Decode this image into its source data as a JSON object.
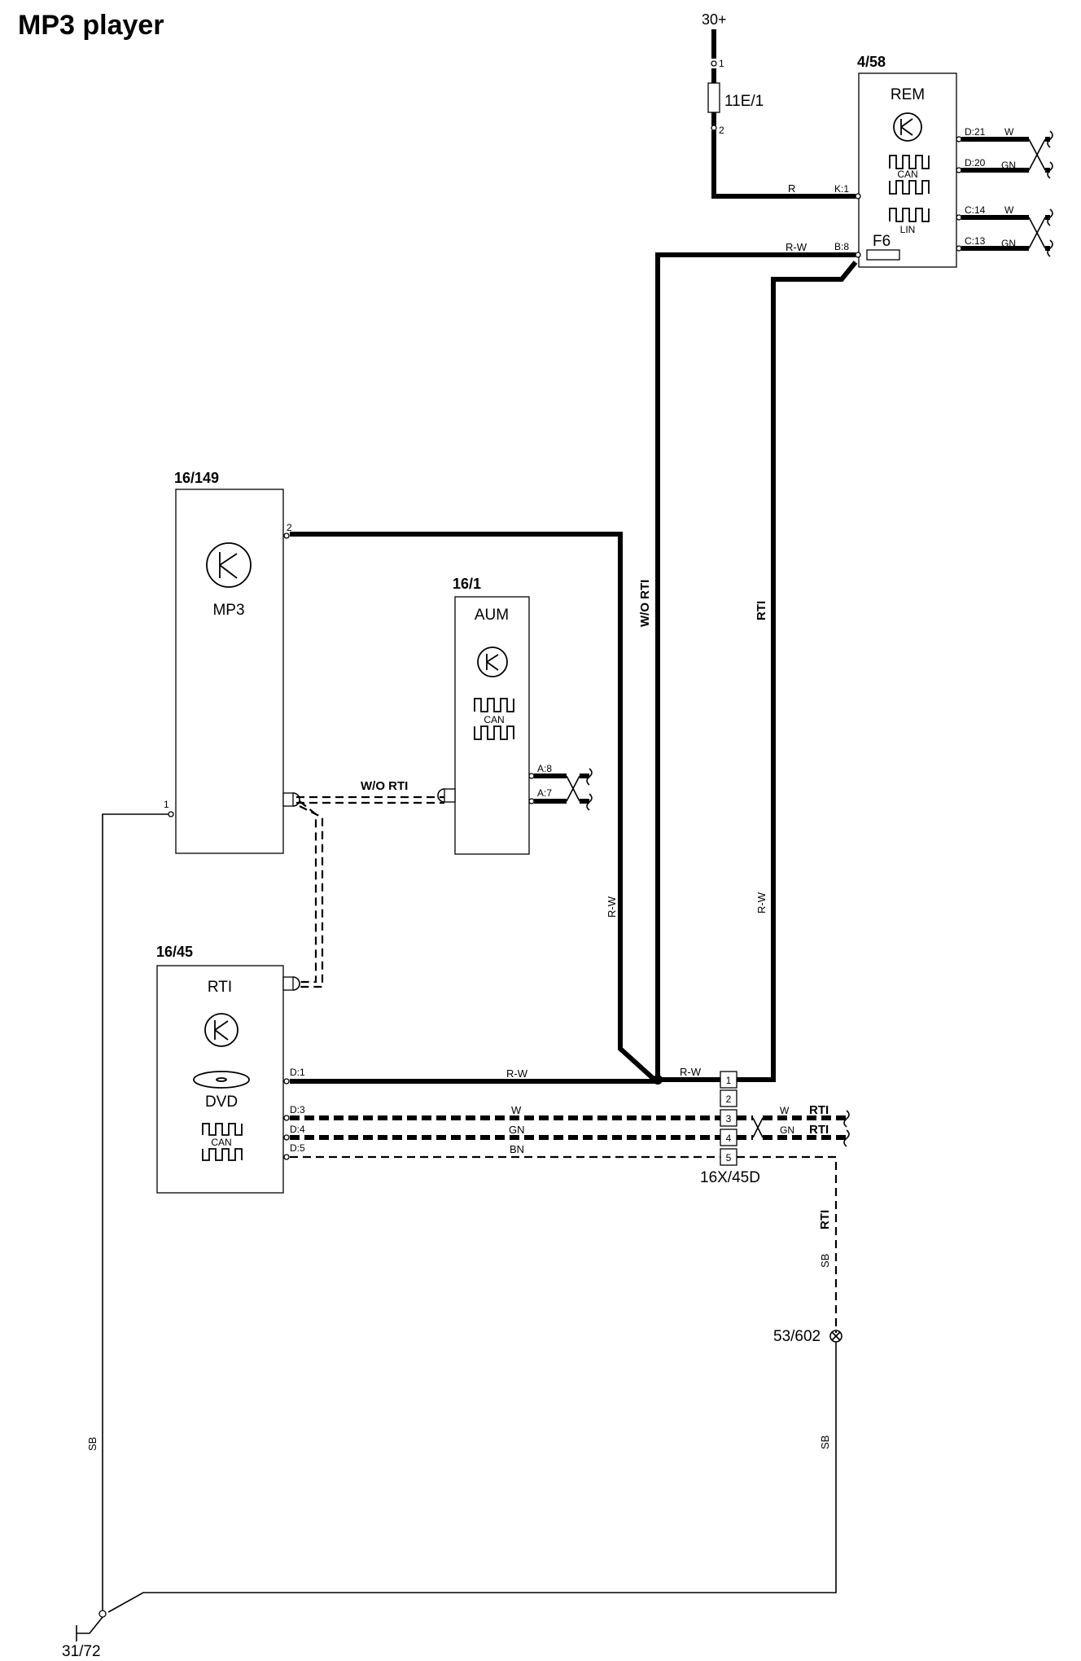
{
  "title": "MP3 player",
  "supply": {
    "label": "30+",
    "ground": "31/72"
  },
  "fuse": {
    "id": "11E/1",
    "pin1": "1",
    "pin2": "2"
  },
  "rem": {
    "id": "4/58",
    "name": "REM",
    "can": "CAN",
    "lin": "LIN",
    "fuse": "F6",
    "pins": {
      "k1": "K:1",
      "b8": "B:8",
      "d21": "D:21",
      "d20": "D:20",
      "c14": "C:14",
      "c13": "C:13"
    },
    "colors": {
      "d21": "W",
      "d20": "GN",
      "c14": "W",
      "c13": "GN"
    }
  },
  "mp3": {
    "id": "16/149",
    "name": "MP3",
    "pin2": "2",
    "pin1": "1"
  },
  "aum": {
    "id": "16/1",
    "name": "AUM",
    "can": "CAN",
    "pin_a8": "A:8",
    "pin_a7": "A:7"
  },
  "rti": {
    "id": "16/45",
    "name": "RTI",
    "dvd": "DVD",
    "can": "CAN",
    "pins": {
      "d1": "D:1",
      "d3": "D:3",
      "d4": "D:4",
      "d5": "D:5"
    }
  },
  "connector": {
    "id": "16X/45D",
    "pins": [
      "1",
      "2",
      "3",
      "4",
      "5"
    ]
  },
  "ground_point": "53/602",
  "wires": {
    "r": "R",
    "rw": "R-W",
    "w": "W",
    "gn": "GN",
    "bn": "BN",
    "sb": "SB",
    "wo_rti": "W/O RTI",
    "rti": "RTI"
  },
  "colors": {
    "line": "#000000",
    "background": "#ffffff"
  }
}
